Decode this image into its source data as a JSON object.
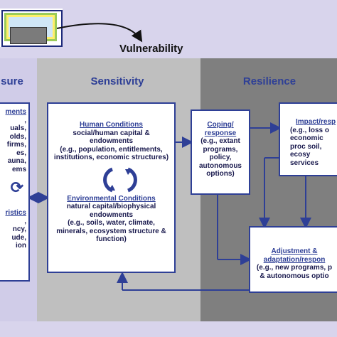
{
  "title": "Vulnerability",
  "columns": {
    "exposure": "sure",
    "sensitivity": "Sensitivity",
    "resilience": "Resilience"
  },
  "exposure_box": {
    "heading": "ments",
    "lines": [
      ",",
      "uals,",
      "olds,",
      "firms,",
      "es,",
      "auna,",
      "ems"
    ],
    "heading2": "ristics",
    "lines2": [
      ",",
      "ncy,",
      "ude,",
      "ion"
    ]
  },
  "sensitivity_box": {
    "human_title": "Human Conditions",
    "human_desc": "social/human capital & endowments",
    "human_eg": "(e.g., population, entitlements, institutions, economic structures)",
    "env_title": "Environmental Conditions",
    "env_desc": "natural capital/biophysical endowments",
    "env_eg": "(e.g., soils, water, climate, minerals, ecosystem structure & function)"
  },
  "coping_box": {
    "title": "Coping/ response",
    "desc": "(e.g., extant programs, policy, autonomous options)"
  },
  "impact_box": {
    "title": "Impact/resp",
    "desc": "(e.g., loss o economic proc soil, ecosy services"
  },
  "adjustment_box": {
    "title": "Adjustment & adaptation/respon",
    "desc": "(e.g., new programs, p & autonomous optio"
  },
  "colors": {
    "accent": "#2e3f96",
    "resilience_bg": "#7f7f7f",
    "sensitivity_bg": "#bfbfbf",
    "page_bg": "#d8d4ec"
  }
}
